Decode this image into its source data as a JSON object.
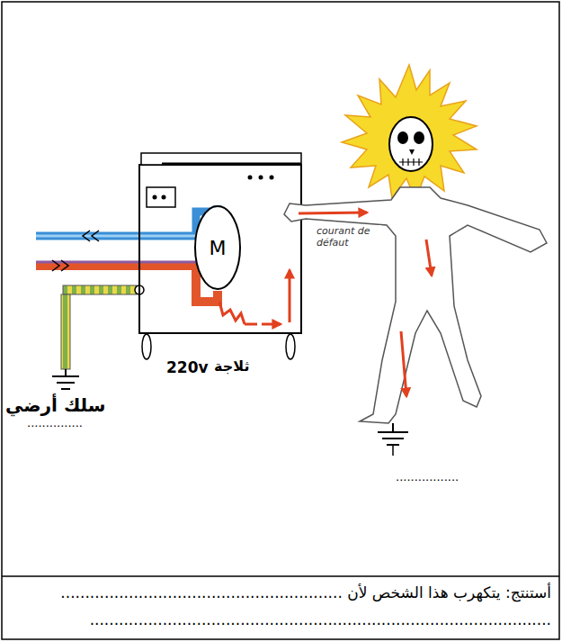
{
  "diagram": {
    "nodes": [
      {
        "text": [
          "M"
        ]
      }
    ],
    "labels": [
      "courant de défaut",
      "220v",
      "ثلاجة",
      "سلك أرضي",
      "...............",
      ".................",
      "أستنتج: يتكهرب هذا الشخص لأن ..........................................................",
      "..............................................................................................."
    ]
  }
}
